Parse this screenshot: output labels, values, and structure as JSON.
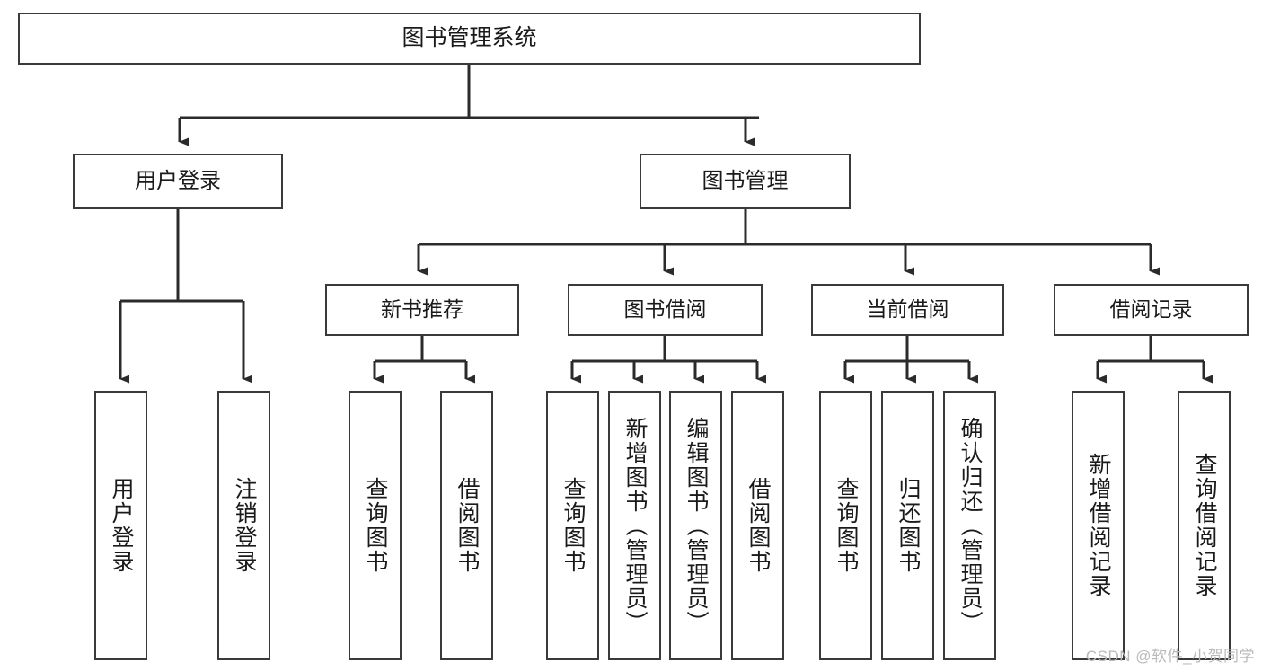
{
  "diagram": {
    "type": "tree-hierarchy",
    "orientation": "top-down",
    "colors": {
      "box_border": "#3a3a3a",
      "box_fill": "#ffffff",
      "connector": "#2b2b2b",
      "text": "#1a1a1a",
      "watermark": "#b9b9b9",
      "background": "#ffffff"
    },
    "root": {
      "label": "图书管理系统"
    },
    "level1": [
      {
        "label": "用户登录"
      },
      {
        "label": "图书管理"
      }
    ],
    "level2": [
      {
        "label": "新书推荐"
      },
      {
        "label": "图书借阅"
      },
      {
        "label": "当前借阅"
      },
      {
        "label": "借阅记录"
      }
    ],
    "leaves": {
      "user_login": [
        {
          "label": "用户登录"
        },
        {
          "label": "注销登录"
        }
      ],
      "new_book_recommend": [
        {
          "label": "查询图书"
        },
        {
          "label": "借阅图书"
        }
      ],
      "book_borrow": [
        {
          "label": "查询图书"
        },
        {
          "label": "新增图书（管理员）"
        },
        {
          "label": "编辑图书（管理员）"
        },
        {
          "label": "借阅图书"
        }
      ],
      "current_borrow": [
        {
          "label": "查询图书"
        },
        {
          "label": "归还图书"
        },
        {
          "label": "确认归还（管理员）"
        }
      ],
      "borrow_record": [
        {
          "label": "新增借阅记录"
        },
        {
          "label": "查询借阅记录"
        }
      ]
    }
  },
  "watermark": {
    "text": "CSDN @软件_小贺同学"
  }
}
